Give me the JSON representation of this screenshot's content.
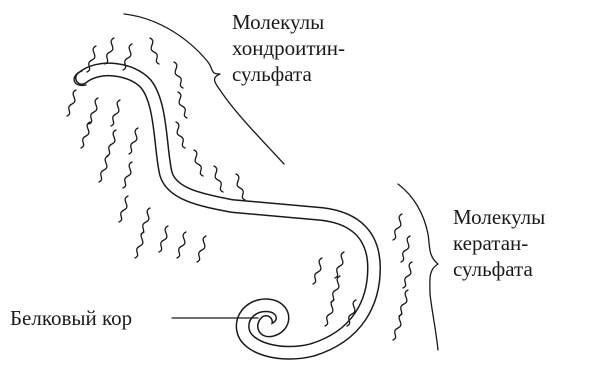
{
  "labels": {
    "chondroitin_sulfate": [
      "Молекулы",
      "хондроитин-",
      "сульфата"
    ],
    "keratan_sulfate": [
      "Молекулы",
      "кератан-",
      "сульфата"
    ],
    "protein_core": "Белковый кор"
  },
  "colors": {
    "ink": "#1a1a1a",
    "background": "#ffffff"
  }
}
